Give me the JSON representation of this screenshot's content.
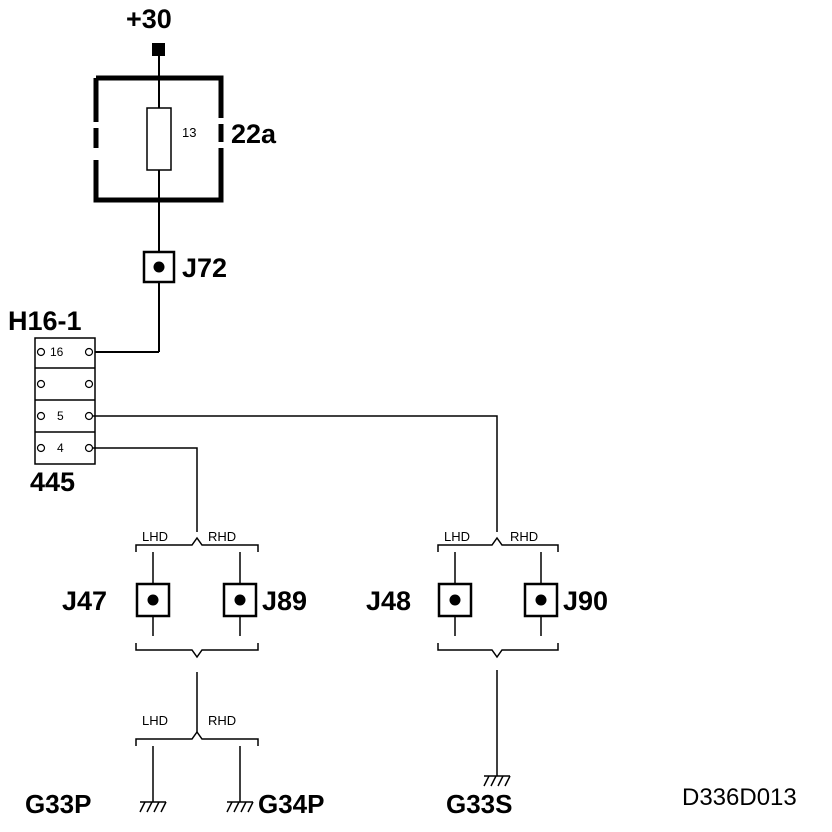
{
  "supply": {
    "label": "+30"
  },
  "fuse_box": {
    "id": "22a",
    "fuse_number": "13"
  },
  "connectors": {
    "j72": "J72",
    "j47": "J47",
    "j89": "J89",
    "j48": "J48",
    "j90": "J90"
  },
  "harness_connector": {
    "id": "H16-1",
    "code": "445",
    "pins": [
      "16",
      "",
      "5",
      "4"
    ]
  },
  "variant_labels": {
    "left_upper_lhd": "LHD",
    "left_upper_rhd": "RHD",
    "right_upper_lhd": "LHD",
    "right_upper_rhd": "RHD",
    "left_lower_lhd": "LHD",
    "left_lower_rhd": "RHD"
  },
  "grounds": {
    "g33p": "G33P",
    "g34p": "G34P",
    "g33s": "G33S"
  },
  "diagram_code": "D336D013"
}
